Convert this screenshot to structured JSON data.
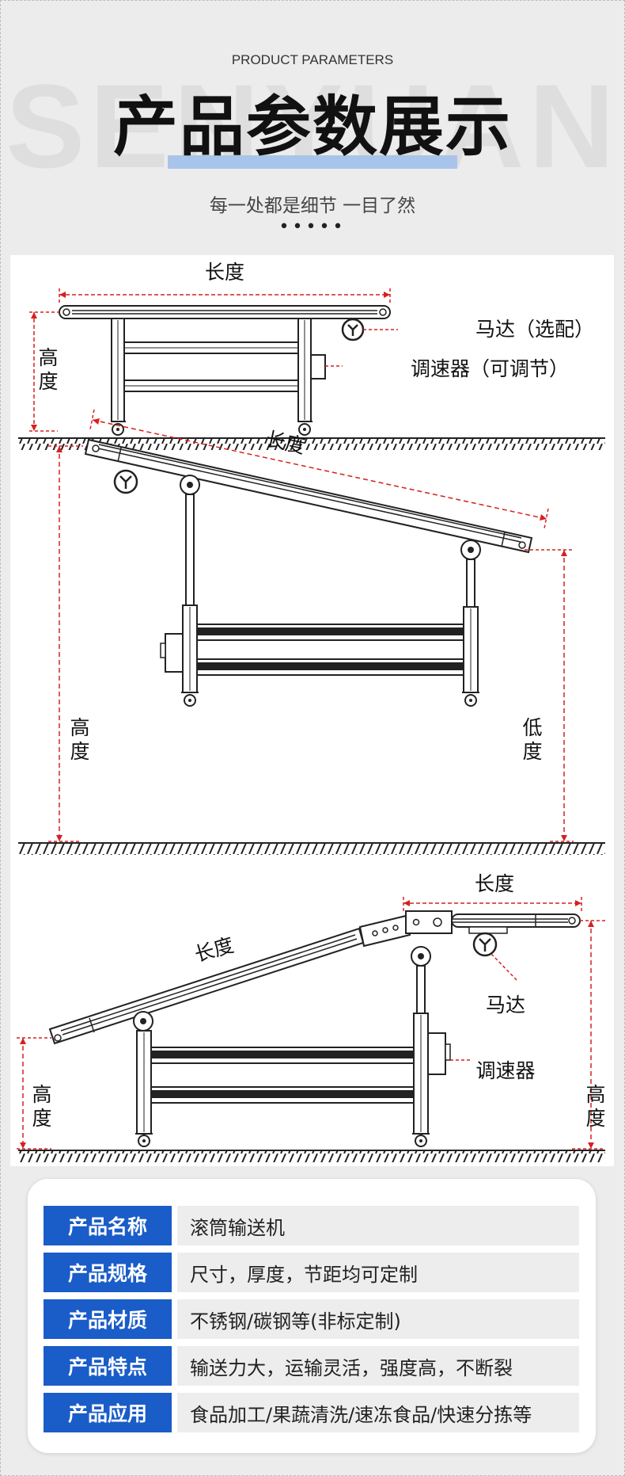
{
  "header": {
    "watermark": "SENYUAN",
    "subtitle_en": "PRODUCT PARAMETERS",
    "title_zh": "产品参数展示",
    "tagline": "每一处都是细节 一目了然",
    "dots": "•••••"
  },
  "diagram1": {
    "length_label": "长度",
    "height_label_1": "高",
    "height_label_2": "度",
    "motor_label": "马达（选配）",
    "speed_label": "调速器（可调节）"
  },
  "diagram2": {
    "length_label": "长度",
    "high_label_1": "高",
    "high_label_2": "度",
    "low_label_1": "低",
    "low_label_2": "度"
  },
  "diagram3": {
    "length_label_a": "长度",
    "length_label_b": "长度",
    "motor_label": "马达",
    "speed_label": "调速器",
    "left_height_1": "高",
    "left_height_2": "度",
    "right_height_1": "高",
    "right_height_2": "度"
  },
  "params": [
    {
      "label": "产品名称",
      "value": "滚筒输送机"
    },
    {
      "label": "产品规格",
      "value": "尺寸，厚度，节距均可定制"
    },
    {
      "label": "产品材质",
      "value": "不锈钢/碳钢等(非标定制)"
    },
    {
      "label": "产品特点",
      "value": "输送力大，运输灵活，强度高，不断裂"
    },
    {
      "label": "产品应用",
      "value": "食品加工/果蔬清洗/速冻食品/快速分拣等"
    }
  ],
  "colors": {
    "accent_blue": "#1a5cc8",
    "dim_red": "#d62020",
    "title_bar": "#a9c4ea"
  }
}
